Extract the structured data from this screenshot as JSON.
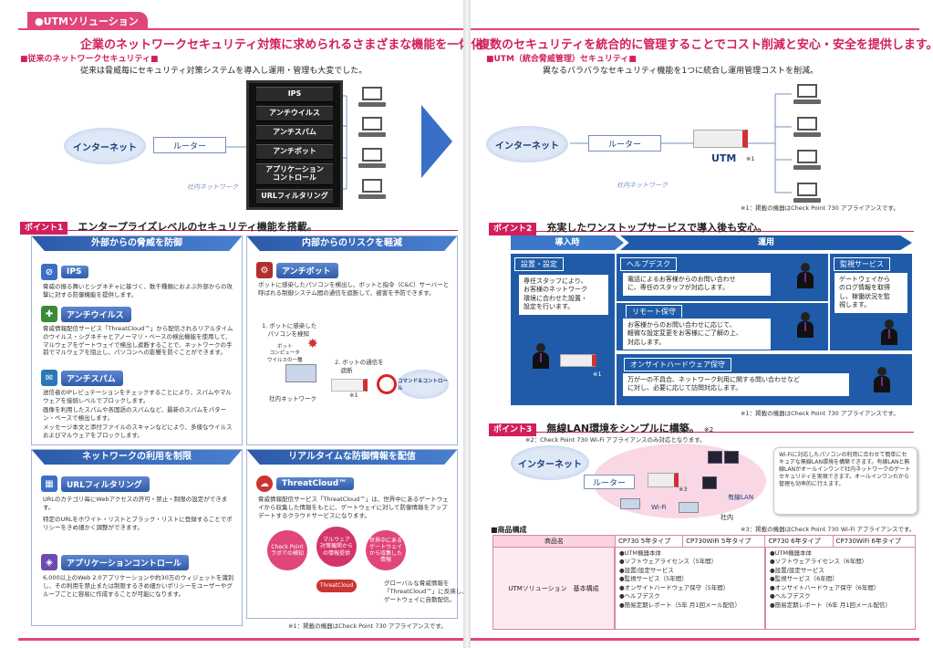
{
  "section_tab": "●UTMソリューション",
  "left": {
    "headline": "企業のネットワークセキュリティ対策に求められるさまざまな機能を一体化、",
    "sub_heading": "■従来のネットワークセキュリティ■",
    "description": "従来は脅威毎にセキュリティ対策システムを導入し運用・管理も大変でした。",
    "diagram": {
      "internet": "インターネット",
      "router": "ルーター",
      "lan": "社内ネットワーク",
      "rack": [
        "IPS",
        "アンチウイルス",
        "アンチスパム",
        "アンチボット",
        "アプリケーション\nコントロール",
        "URLフィルタリング"
      ]
    },
    "point1": {
      "badge": "ポイント1",
      "title": "エンタープライズレベルのセキュリティ機能を搭載。",
      "external": {
        "header": "外部からの脅威を防御",
        "features": [
          {
            "icon": "ips-icon",
            "label": "IPS",
            "bullets": [
              "脅威の振る舞いとシグネチャに基づく、数千種類におよぶ外部からの攻撃に対する防御機能を提供します。"
            ]
          },
          {
            "icon": "antivirus-icon",
            "label": "アンチウイルス",
            "bullets": [
              "脅威情報配信サービス「ThreatCloud™」から配信されるリアルタイムのウイルス・シグネチャとアノーマリ・ベースの検出機能を使用して、マルウェアをゲートウェイで検出し遮断することで、ネットワークの手前でマルウェアを阻止し、パソコンへの影響を防ぐことができます。"
            ]
          },
          {
            "icon": "antispam-icon",
            "label": "アンチスパム",
            "bullets": [
              "送信者のIPレピュテーションをチェックすることにより、スパムやマルウェアを接続レベルでブロックします。",
              "画像を利用したスパムや各国語のスパムなど、最新のスパムをパターン・ベースで検出します。",
              "メッセージ本文と添付ファイルのスキャンなどにより、多様なウイルスおよびマルウェアをブロックします。"
            ]
          }
        ]
      },
      "internal": {
        "header": "内部からのリスクを軽減",
        "feature": {
          "icon": "antibot-icon",
          "label": "アンチボット",
          "bullets": [
            "ボットに感染したパソコンを検出し、ボットと指令（C&C）サーバーと呼ばれる制御システム間の通信を遮断して、被害を予防できます。"
          ]
        },
        "diagram": {
          "step1": "1. ボットに感染した\n　パソコンを検知",
          "bot_label": "ボット\nコンピュータ\nウイルスの一種",
          "step2": "2. ボットの通信を\n　遮断",
          "lan": "社内ネットワーク",
          "note": "※1",
          "cc": "コマンド＆コントロール"
        }
      },
      "network": {
        "header": "ネットワークの利用を制限",
        "features": [
          {
            "icon": "url-filter-icon",
            "label": "URLフィルタリング",
            "bullets": [
              "URLのカテゴリ毎にWebアクセスの許可・禁止・制限の設定ができます。",
              "特定のURLをホワイト・リストとブラック・リストに登録することでポリシーをきめ細かく調整ができます。"
            ]
          },
          {
            "icon": "app-control-icon",
            "label": "アプリケーションコントロール",
            "bullets": [
              "6,000以上のWeb 2.0アプリケーションや約30万のウィジェットを識別し、その利用を禁止または制限するきめ細かいポリシーをユーザーやグループごとに容易に作成することが可能になります。"
            ]
          }
        ]
      },
      "realtime": {
        "header": "リアルタイムな防御情報を配信",
        "feature": {
          "icon": "threatcloud-icon",
          "label": "ThreatCloud™",
          "bullets": [
            "脅威情報配信サービス「ThreatCloud™」は、世界中にあるゲートウェイから収集した情報をもとに、ゲートウェイに対して防御情報をアップデートするクラウドサービスになります。"
          ]
        },
        "bubbles": [
          "Check Point\nラボでの検知",
          "マルウェア\n対策機関から\nの情報提供",
          "世界中にある\nゲートウェイ\nから収集した\n情報"
        ],
        "cloud_label": "ThreatCloud",
        "caption": "グローバルな脅威情報を\n「ThreatCloud™」に反映し、\nゲートウェイに自動配信。"
      },
      "footnote": "※1：掲載の機器はCheck Point 730 アプライアンスです。"
    }
  },
  "right": {
    "headline": "複数のセキュリティを統合的に管理することでコスト削減と安心・安全を提供します。",
    "sub_heading": "■UTM（統合脅威管理）セキュリティ■",
    "description": "異なるバラバラなセキュリティ機能を1つに統合し運用管理コストを削減。",
    "diagram": {
      "internet": "インターネット",
      "router": "ルーター",
      "utm": "UTM",
      "utm_note": "※1",
      "lan": "社内ネットワーク"
    },
    "footnote1": "※1：掲載の機器はCheck Point 730 アプライアンスです。",
    "point2": {
      "badge": "ポイント2",
      "title": "充実したワンストップサービスで導入後も安心。",
      "phase_intro": "導入時",
      "phase_ops": "運用",
      "setup": {
        "label": "設置・設定",
        "text": "専任スタッフにより、\nお客様のネットワーク\n環境に合わせた設置・\n設定を行います。",
        "note": "※1"
      },
      "helpdesk": {
        "label": "ヘルプデスク",
        "text": "電話によるお客様からのお問い合わせ\nに、専任のスタッフが対応します。"
      },
      "remote": {
        "label": "リモート保守",
        "text": "お客様からのお問い合わせに応じて、\n軽微な設定変更をお客様にご了解の上、\n対応します。"
      },
      "onsite": {
        "label": "オンサイトハードウェア保守",
        "text": "万が一の不具合、ネットワーク利用に関する問い合わせなど\nに対し、必要に応じて訪問対応します。"
      },
      "monitor": {
        "label": "監視サービス",
        "text": "ゲートウェイから\nのログ情報を取得\nし、稼働状況を監\n視します。"
      },
      "footnote": "※1：掲載の機器はCheck Point 730 アプライアンスです。"
    },
    "point3": {
      "badge": "ポイント3",
      "title": "無線LAN環境をシンプルに構築。",
      "title_note": "※2",
      "note2": "※2：Check Point 730 Wi-Fi アプライアンスのみ対応となります。",
      "internet": "インターネット",
      "router": "ルーター",
      "wired": "有線LAN",
      "wifi": "Wi-Fi",
      "office": "社内",
      "device_note": "※3",
      "bullet": "Wi-Fiに対応したパソコンの利用に合わせて簡単にセキュアな無線LAN環境を構築できます。有線LANと無線LANがオールインワンで社内ネットワークのゲートセキュリティを実現できます。オールインワンだから管理も効率的に行えます。",
      "footnote": "※3：掲載の機器はCheck Point 730 Wi-Fi アプライアンスです。"
    },
    "products": {
      "title": "■商品構成",
      "col_header": "商品名",
      "types": [
        "CP730 5年タイプ",
        "CP730WiFi 5年タイプ",
        "CP730 6年タイプ",
        "CP730WiFi 6年タイプ"
      ],
      "row_label": "UTMソリューション　基本構成",
      "items_5": [
        "●UTM機器本体",
        "●ソフトウェアライセンス（5年間）",
        "●設置/設定サービス",
        "●監視サービス（5年間）",
        "●オンサイトハードウェア保守（5年間）",
        "●ヘルプデスク",
        "●簡易定期レポート（5年 月1回メール配信）"
      ],
      "items_6": [
        "●UTM機器本体",
        "●ソフトウェアライセンス（6年間）",
        "●設置/設定サービス",
        "●監視サービス（6年間）",
        "●オンサイトハードウェア保守（6年間）",
        "●ヘルプデスク",
        "●簡易定期レポート（6年 月1回メール配信）"
      ]
    }
  }
}
